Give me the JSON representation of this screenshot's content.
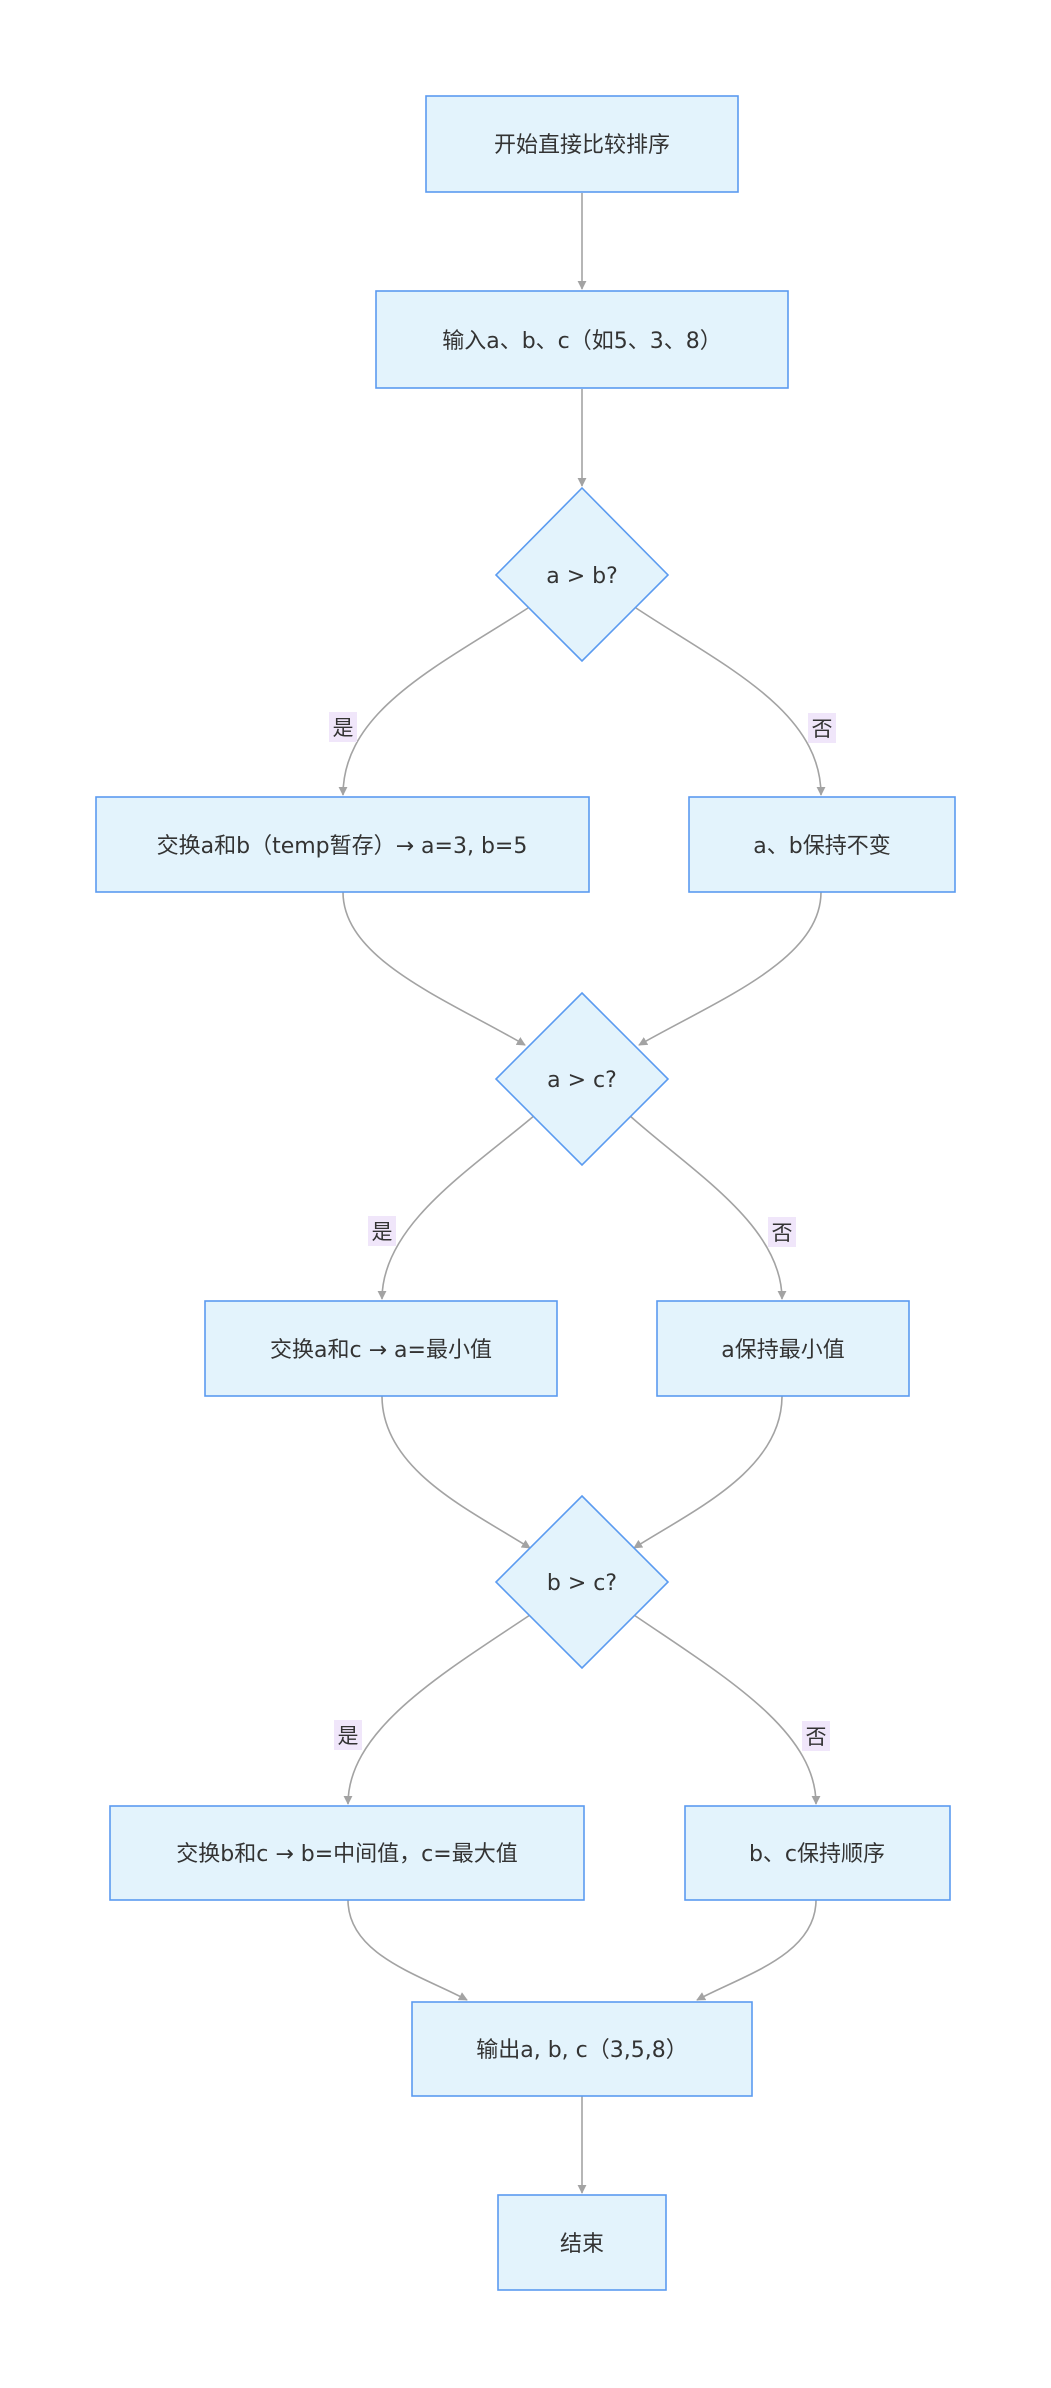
{
  "diagram": {
    "type": "flowchart",
    "colors": {
      "node_fill": "#E3F3FC",
      "node_stroke": "#5B9BF0",
      "edge": "#A3A3A3",
      "label_bg": "#F0E6FA",
      "text": "#333333"
    },
    "nodes": {
      "start": "开始直接比较排序",
      "input": "输入a、b、c（如5、3、8）",
      "cmp_ab": "a > b?",
      "swap_ab": "交换a和b（temp暂存）→ a=3, b=5",
      "keep_ab": "a、b保持不变",
      "cmp_ac": "a > c?",
      "swap_ac": "交换a和c → a=最小值",
      "keep_ac": "a保持最小值",
      "cmp_bc": "b > c?",
      "swap_bc": "交换b和c → b=中间值，c=最大值",
      "keep_bc": "b、c保持顺序",
      "output": "输出a, b, c（3,5,8）",
      "end": "结束"
    },
    "edge_labels": {
      "ab_yes": "是",
      "ab_no": "否",
      "ac_yes": "是",
      "ac_no": "否",
      "bc_yes": "是",
      "bc_no": "否"
    }
  }
}
